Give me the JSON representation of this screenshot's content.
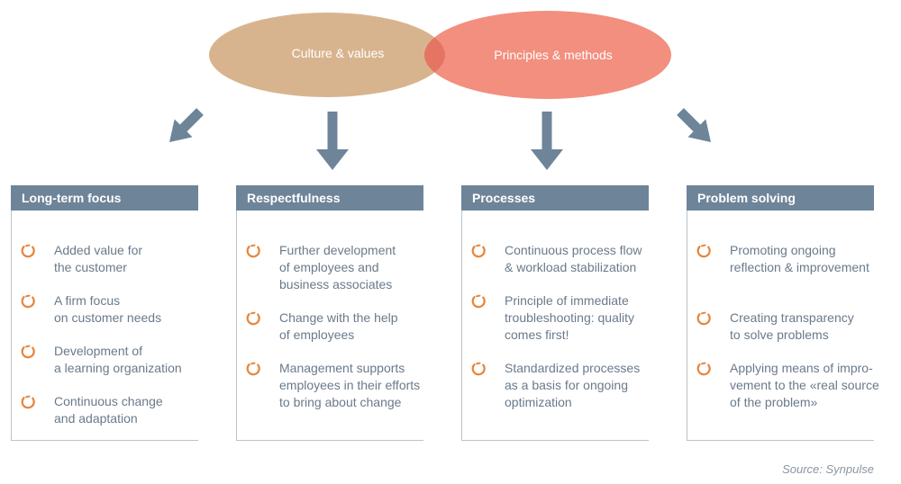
{
  "colors": {
    "culture": "#d8b48e",
    "principles": "#f28f7f",
    "overlap": "#e57563",
    "arrow": "#6e8499",
    "header": "#6e8499",
    "bullet": "#e6863d"
  },
  "ellipses": {
    "culture": "Culture & values",
    "principles": "Principles & methods"
  },
  "columns": [
    {
      "title": "Long-term focus",
      "items": [
        "Added value for\nthe customer",
        "A firm focus\non customer needs",
        "Development of\na learning organization",
        "Continuous change\nand adaptation"
      ]
    },
    {
      "title": "Respectfulness",
      "items": [
        "Further development\nof employees and\nbusiness associates",
        "Change with the help\nof employees",
        "Management supports\nemployees in their efforts\nto bring about change"
      ]
    },
    {
      "title": "Processes",
      "items": [
        "Continuous process flow\n& workload stabilization",
        "Principle of immediate\ntroubleshooting: quality\ncomes first!",
        "Standardized processes\nas a basis for ongoing\noptimization"
      ]
    },
    {
      "title": "Problem solving",
      "items": [
        "Promoting ongoing\nreflection & improvement",
        "Creating transparency\nto solve problems",
        "Applying means of impro-\nvement to the «real source\nof the problem»"
      ]
    }
  ],
  "source": "Source: Synpulse"
}
